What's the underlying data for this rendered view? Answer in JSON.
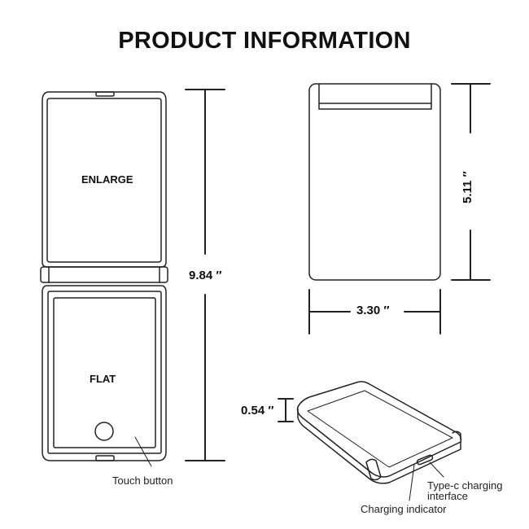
{
  "title": "PRODUCT INFORMATION",
  "labels": {
    "enlarge": "ENLARGE",
    "flat": "FLAT",
    "touch_button": "Touch button",
    "type_c": "Type-c charging",
    "type_c_line2": "interface",
    "charging_indicator": "Charging indicator"
  },
  "dimensions": {
    "height_open": "9.84 ″",
    "height": "5.11 ″",
    "width": "3.30 ″",
    "thickness": "0.54 ″"
  }
}
